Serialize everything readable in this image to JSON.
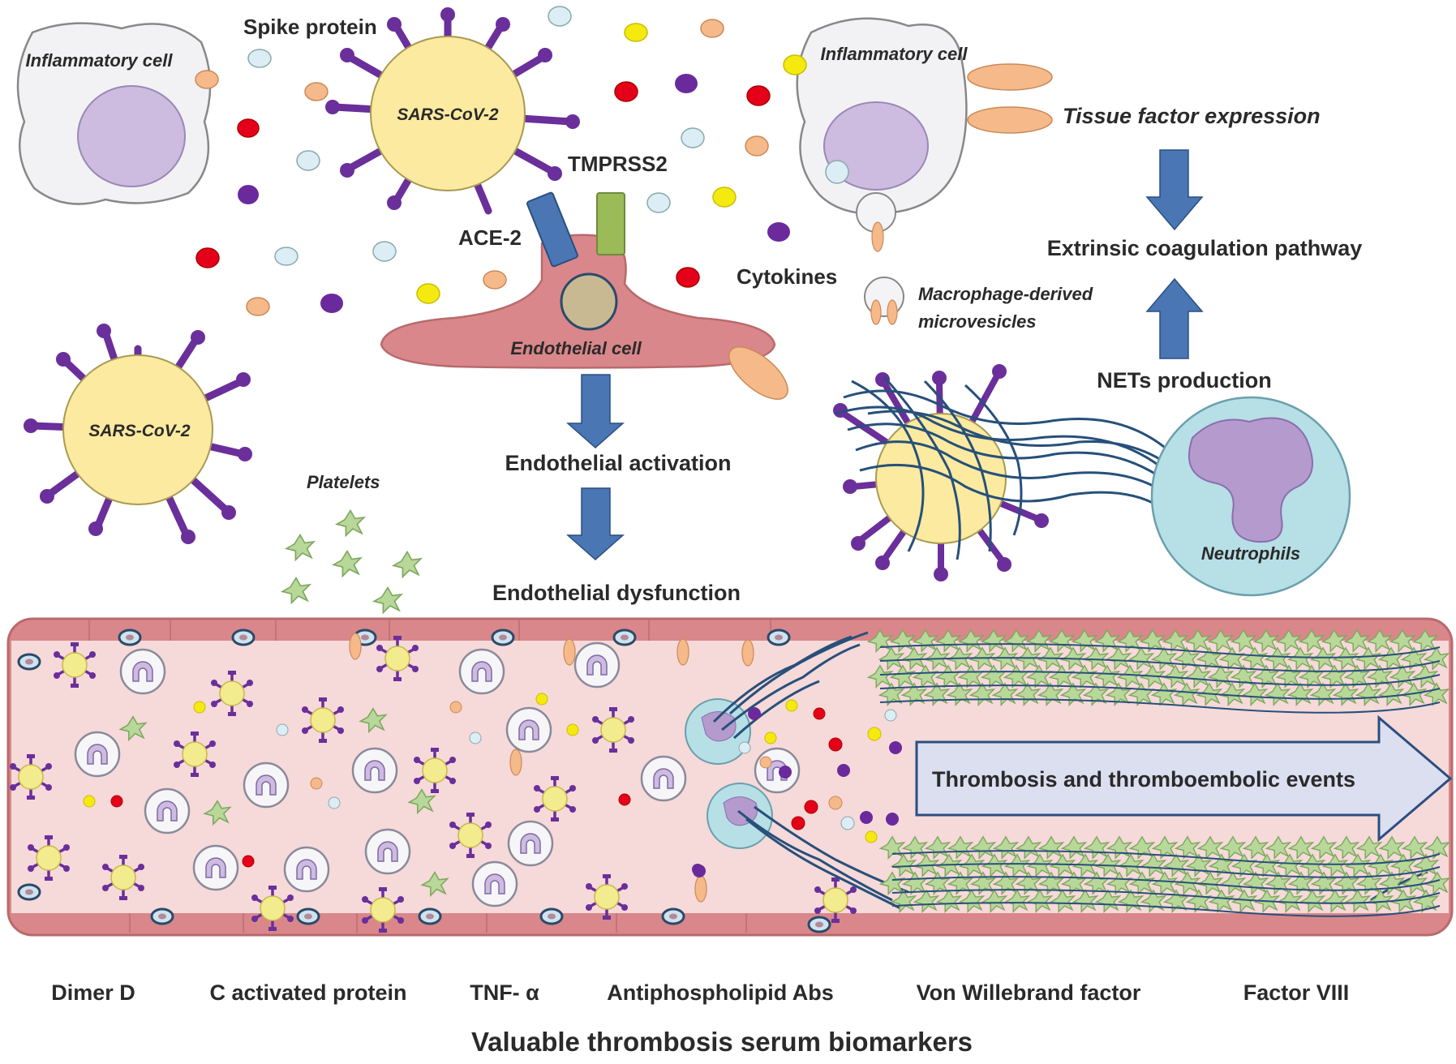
{
  "labels": {
    "spike_protein": "Spike protein",
    "inflammatory_cell_left": "Inflammatory cell",
    "inflammatory_cell_right": "Inflammatory cell",
    "sars_top": "SARS-CoV-2",
    "sars_left": "SARS-CoV-2",
    "tmprss2": "TMPRSS2",
    "ace2": "ACE-2",
    "cytokines": "Cytokines",
    "endothelial_cell": "Endothelial cell",
    "endothelial_activation": "Endothelial activation",
    "endothelial_dysfunction": "Endothelial dysfunction",
    "platelets": "Platelets",
    "tissue_factor": "Tissue factor expression",
    "extrinsic_pathway": "Extrinsic coagulation pathway",
    "macrophage_microvesicles": "Macrophage-derived microvesicles",
    "nets_production": "NETs production",
    "neutrophils": "Neutrophils",
    "thrombosis_arrow": "Thrombosis and thromboembolic events"
  },
  "biomarkers": [
    "Dimer D",
    "C activated protein",
    "TNF- α",
    "Antiphospholipid Abs",
    "Von Willebrand factor",
    "Factor VIII"
  ],
  "footer_title": "Valuable thrombosis serum biomarkers",
  "colors": {
    "virus_fill": "#fbeaa0",
    "spike": "#6a2f9a",
    "cell_fill": "#f2f2f4",
    "nucleus": "#cdbbe0",
    "endothelial": "#d9878a",
    "vessel_interior": "#f6d9d9",
    "arrow_blue": "#4a76b4",
    "platelet": "#b8d89a",
    "net_strand": "#27507a",
    "neutrophil": "#b7dfe6",
    "red_dot": "#e5001a",
    "yellow_dot": "#f5ea10",
    "purple_dot": "#6a2a9c",
    "peach_dot": "#f5b98a",
    "light_blue_dot": "#dcedf6"
  }
}
